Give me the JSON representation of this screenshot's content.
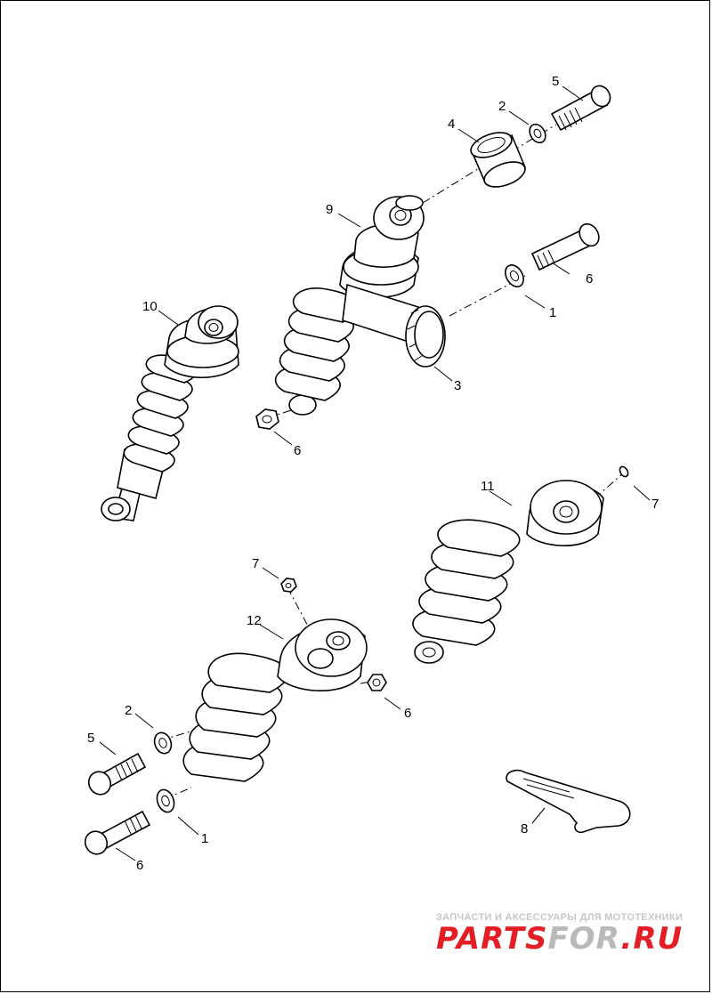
{
  "diagram": {
    "callouts": {
      "c1a": "1",
      "c1b": "1",
      "c2a": "2",
      "c2b": "2",
      "c3": "3",
      "c4": "4",
      "c5a": "5",
      "c5b": "5",
      "c6a": "6",
      "c6b": "6",
      "c6c": "6",
      "c6d": "6",
      "c7a": "7",
      "c7b": "7",
      "c8": "8",
      "c9": "9",
      "c10": "10",
      "c11": "11",
      "c12": "12"
    }
  },
  "watermark": {
    "tagline": "ЗАПЧАСТИ И АКСЕССУАРЫ ДЛЯ МОТОТЕХНИКИ",
    "brand_red": "PARTS",
    "brand_mid": "FOR",
    "brand_tail": ".RU",
    "colors": {
      "red": "#e31e24",
      "gray": "#b9b9b9"
    }
  },
  "icons": [
    "shock-absorber-icon",
    "bolt-icon",
    "washer-icon",
    "nut-icon",
    "spacer-icon",
    "spanner-wrench-icon",
    "preload-knob-icon"
  ]
}
